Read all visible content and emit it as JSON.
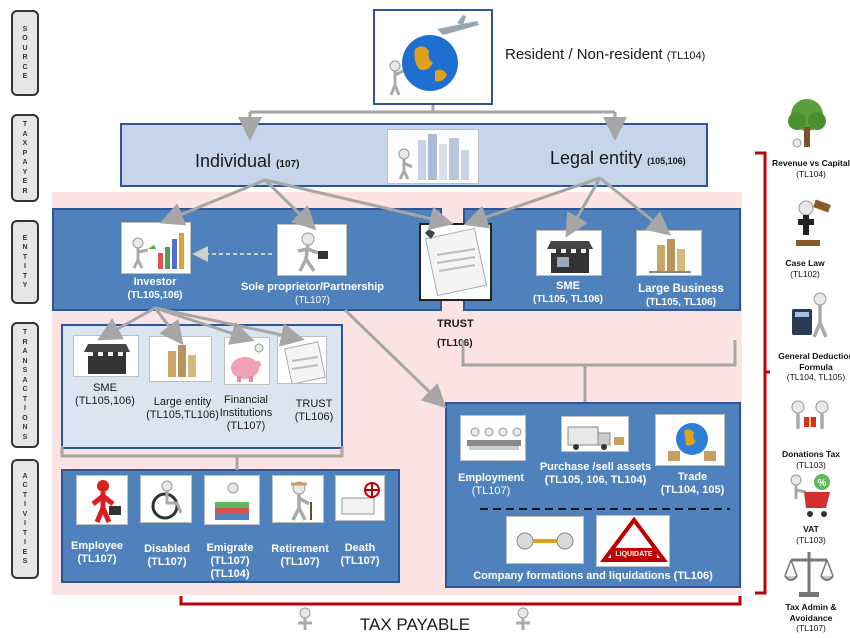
{
  "stages": [
    "SOURCE",
    "TAXPAYER",
    "ENTITY",
    "TRANSACTIONS",
    "ACTIVITIES"
  ],
  "source": {
    "label": "Resident / Non-resident",
    "code": "(TL104)"
  },
  "taxpayer": {
    "individual": {
      "label": "Individual",
      "code": "(107)"
    },
    "legal_entity": {
      "label": "Legal entity",
      "code": "(105,106)"
    }
  },
  "entity": {
    "investor": {
      "label": "Investor",
      "code": "(TL105,106)"
    },
    "sole": {
      "label": "Sole proprietor/Partnership",
      "code": "(TL107)"
    },
    "trust": {
      "label": "TRUST",
      "code": "(TL106)"
    },
    "sme": {
      "label": "SME",
      "code": "(TL105, TL106)"
    },
    "large": {
      "label": "Large Business",
      "code": "(TL105, TL106)"
    }
  },
  "investments": [
    {
      "label": "SME",
      "code": "(TL105,106)"
    },
    {
      "label": "Large entity",
      "code": "(TL105,TL106)"
    },
    {
      "label": "Financial Institutions",
      "code": "(TL107)"
    },
    {
      "label": "TRUST",
      "code": "(TL106)"
    }
  ],
  "business_transactions": [
    {
      "label": "Employment",
      "code": "(TL107)"
    },
    {
      "label": "Purchase /sell assets",
      "code": "(TL105, 106, TL104)"
    },
    {
      "label": "Trade",
      "code": "(TL104, 105)"
    }
  ],
  "company_formations": "Company formations and liquidations (TL106)",
  "activities": [
    {
      "label": "Employee",
      "code": "(TL107)"
    },
    {
      "label": "Disabled",
      "code": "(TL107)"
    },
    {
      "label": "Emigrate",
      "code": "(TL107) (TL104)"
    },
    {
      "label": "Retirement",
      "code": "(TL107)"
    },
    {
      "label": "Death",
      "code": "(TL107)"
    }
  ],
  "tax_payable": "TAX PAYABLE",
  "considerations": [
    {
      "label": "Revenue vs Capital",
      "code": "(TL104)",
      "icon": "tree-icon"
    },
    {
      "label": "Case Law",
      "code": "(TL102)",
      "icon": "gavel-icon"
    },
    {
      "label": "General Deduction Formula",
      "code": "(TL104, TL105)",
      "icon": "calculator-icon"
    },
    {
      "label": "Donations Tax",
      "code": "(TL103)",
      "icon": "gift-icon"
    },
    {
      "label": "VAT",
      "code": "(TL103)",
      "icon": "cart-icon"
    },
    {
      "label": "Tax Admin & Avoidance",
      "code": "(TL107)",
      "icon": "scales-icon"
    }
  ],
  "image_text": {
    "liquidate_sign": "LIQUIDATE"
  },
  "colors": {
    "panel_blue": "#4f81bd",
    "panel_light": "#c6d5ea",
    "bracket_red": "#c00000",
    "arrow_gray": "#a6a6a6",
    "pink_bg": "#fbe3e3"
  }
}
